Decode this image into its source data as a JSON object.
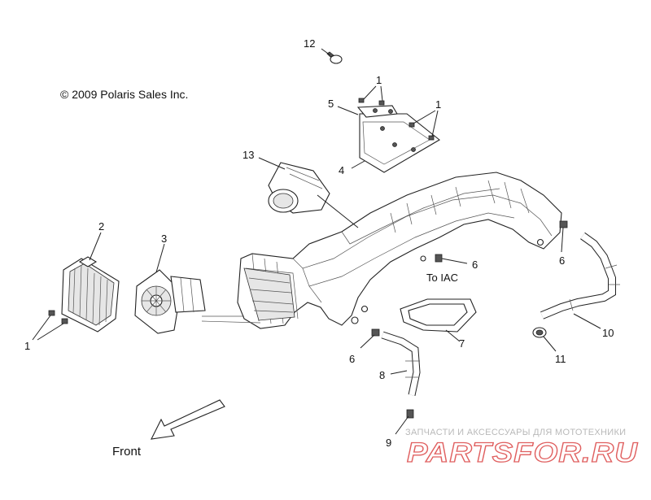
{
  "copyright": "© 2009 Polaris Sales Inc.",
  "front_label": "Front",
  "to_iac_label": "To IAC",
  "callouts": {
    "c12": "12",
    "c1_top": "1",
    "c5": "5",
    "c1_right": "1",
    "c4": "4",
    "c13": "13",
    "c2": "2",
    "c3": "3",
    "c1_left": "1",
    "c6_mid": "6",
    "c6_right": "6",
    "c10": "10",
    "c11": "11",
    "c7": "7",
    "c6_low": "6",
    "c8": "8",
    "c9": "9"
  },
  "watermark": {
    "tagline": "ЗАПЧАСТИ И АКСЕССУАРЫ ДЛЯ МОТОТЕХНИКИ",
    "brand": "PARTSFOR.RU"
  }
}
